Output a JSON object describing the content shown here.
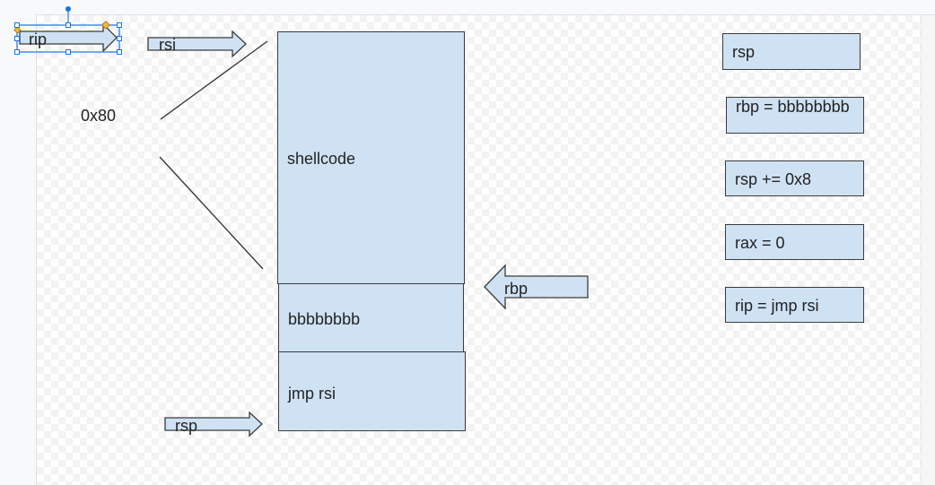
{
  "diagram": {
    "size_label": "0x80",
    "stack": {
      "shellcode_label": "shellcode",
      "saved_rbp_label": "bbbbbbbb",
      "return_label": "jmp rsi"
    },
    "arrows": {
      "rip_label": "rip",
      "rsi_label": "rsi",
      "rbp_label": "rbp",
      "rsp_label": "rsp"
    },
    "steps": [
      "rsp",
      "rbp = bbbbbbbb",
      "rsp += 0x8",
      "rax = 0",
      "rip = jmp rsi"
    ]
  },
  "colors": {
    "box_fill": "#cfe2f3",
    "outline": "#3b3b3b",
    "selection": "#1a73e8"
  }
}
